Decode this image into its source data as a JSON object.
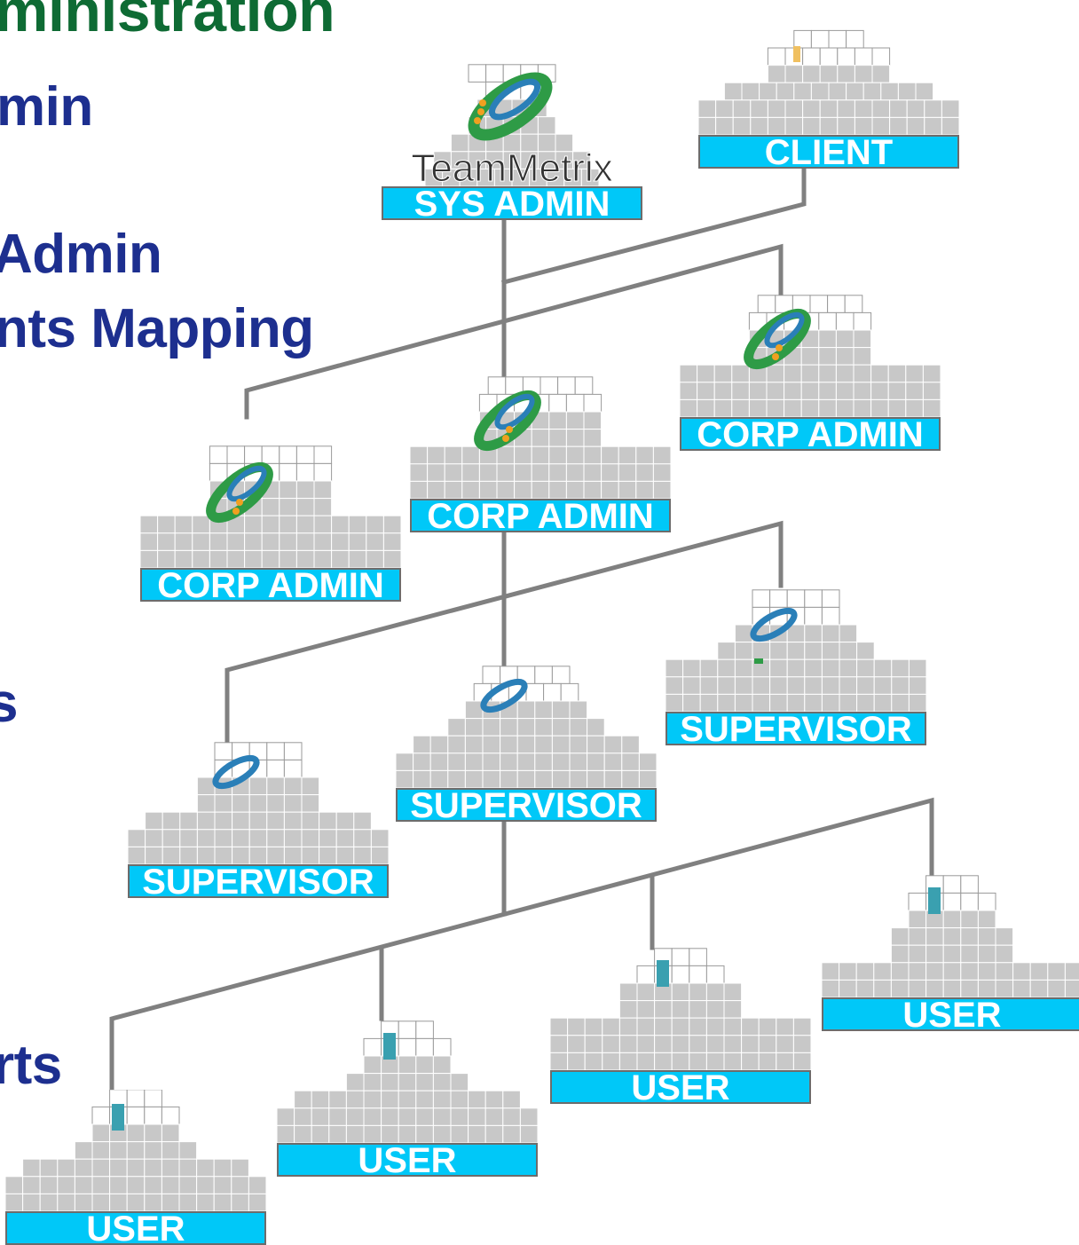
{
  "page": {
    "title": "ministration",
    "lines": [
      "min",
      "Admin",
      "nts Mapping",
      "s",
      "rts"
    ]
  },
  "colors": {
    "title": "#0e6b34",
    "text": "#1d2f8f",
    "label_bar": "#00c8f8",
    "connector": "#808080",
    "tile_fill": "#c8c8c8",
    "tile_border": "#ffffff"
  },
  "tree": {
    "nodes": {
      "sys_admin": {
        "label": "SYS ADMIN",
        "logo_text": "TeamMetrix"
      },
      "client": {
        "label": "CLIENT"
      },
      "corp_admin_1": {
        "label": "CORP ADMIN"
      },
      "corp_admin_2": {
        "label": "CORP ADMIN"
      },
      "corp_admin_3": {
        "label": "CORP ADMIN"
      },
      "supervisor_1": {
        "label": "SUPERVISOR"
      },
      "supervisor_2": {
        "label": "SUPERVISOR"
      },
      "supervisor_3": {
        "label": "SUPERVISOR"
      },
      "user_1": {
        "label": "USER"
      },
      "user_2": {
        "label": "USER"
      },
      "user_3": {
        "label": "USER"
      },
      "user_4": {
        "label": "USER"
      }
    }
  }
}
